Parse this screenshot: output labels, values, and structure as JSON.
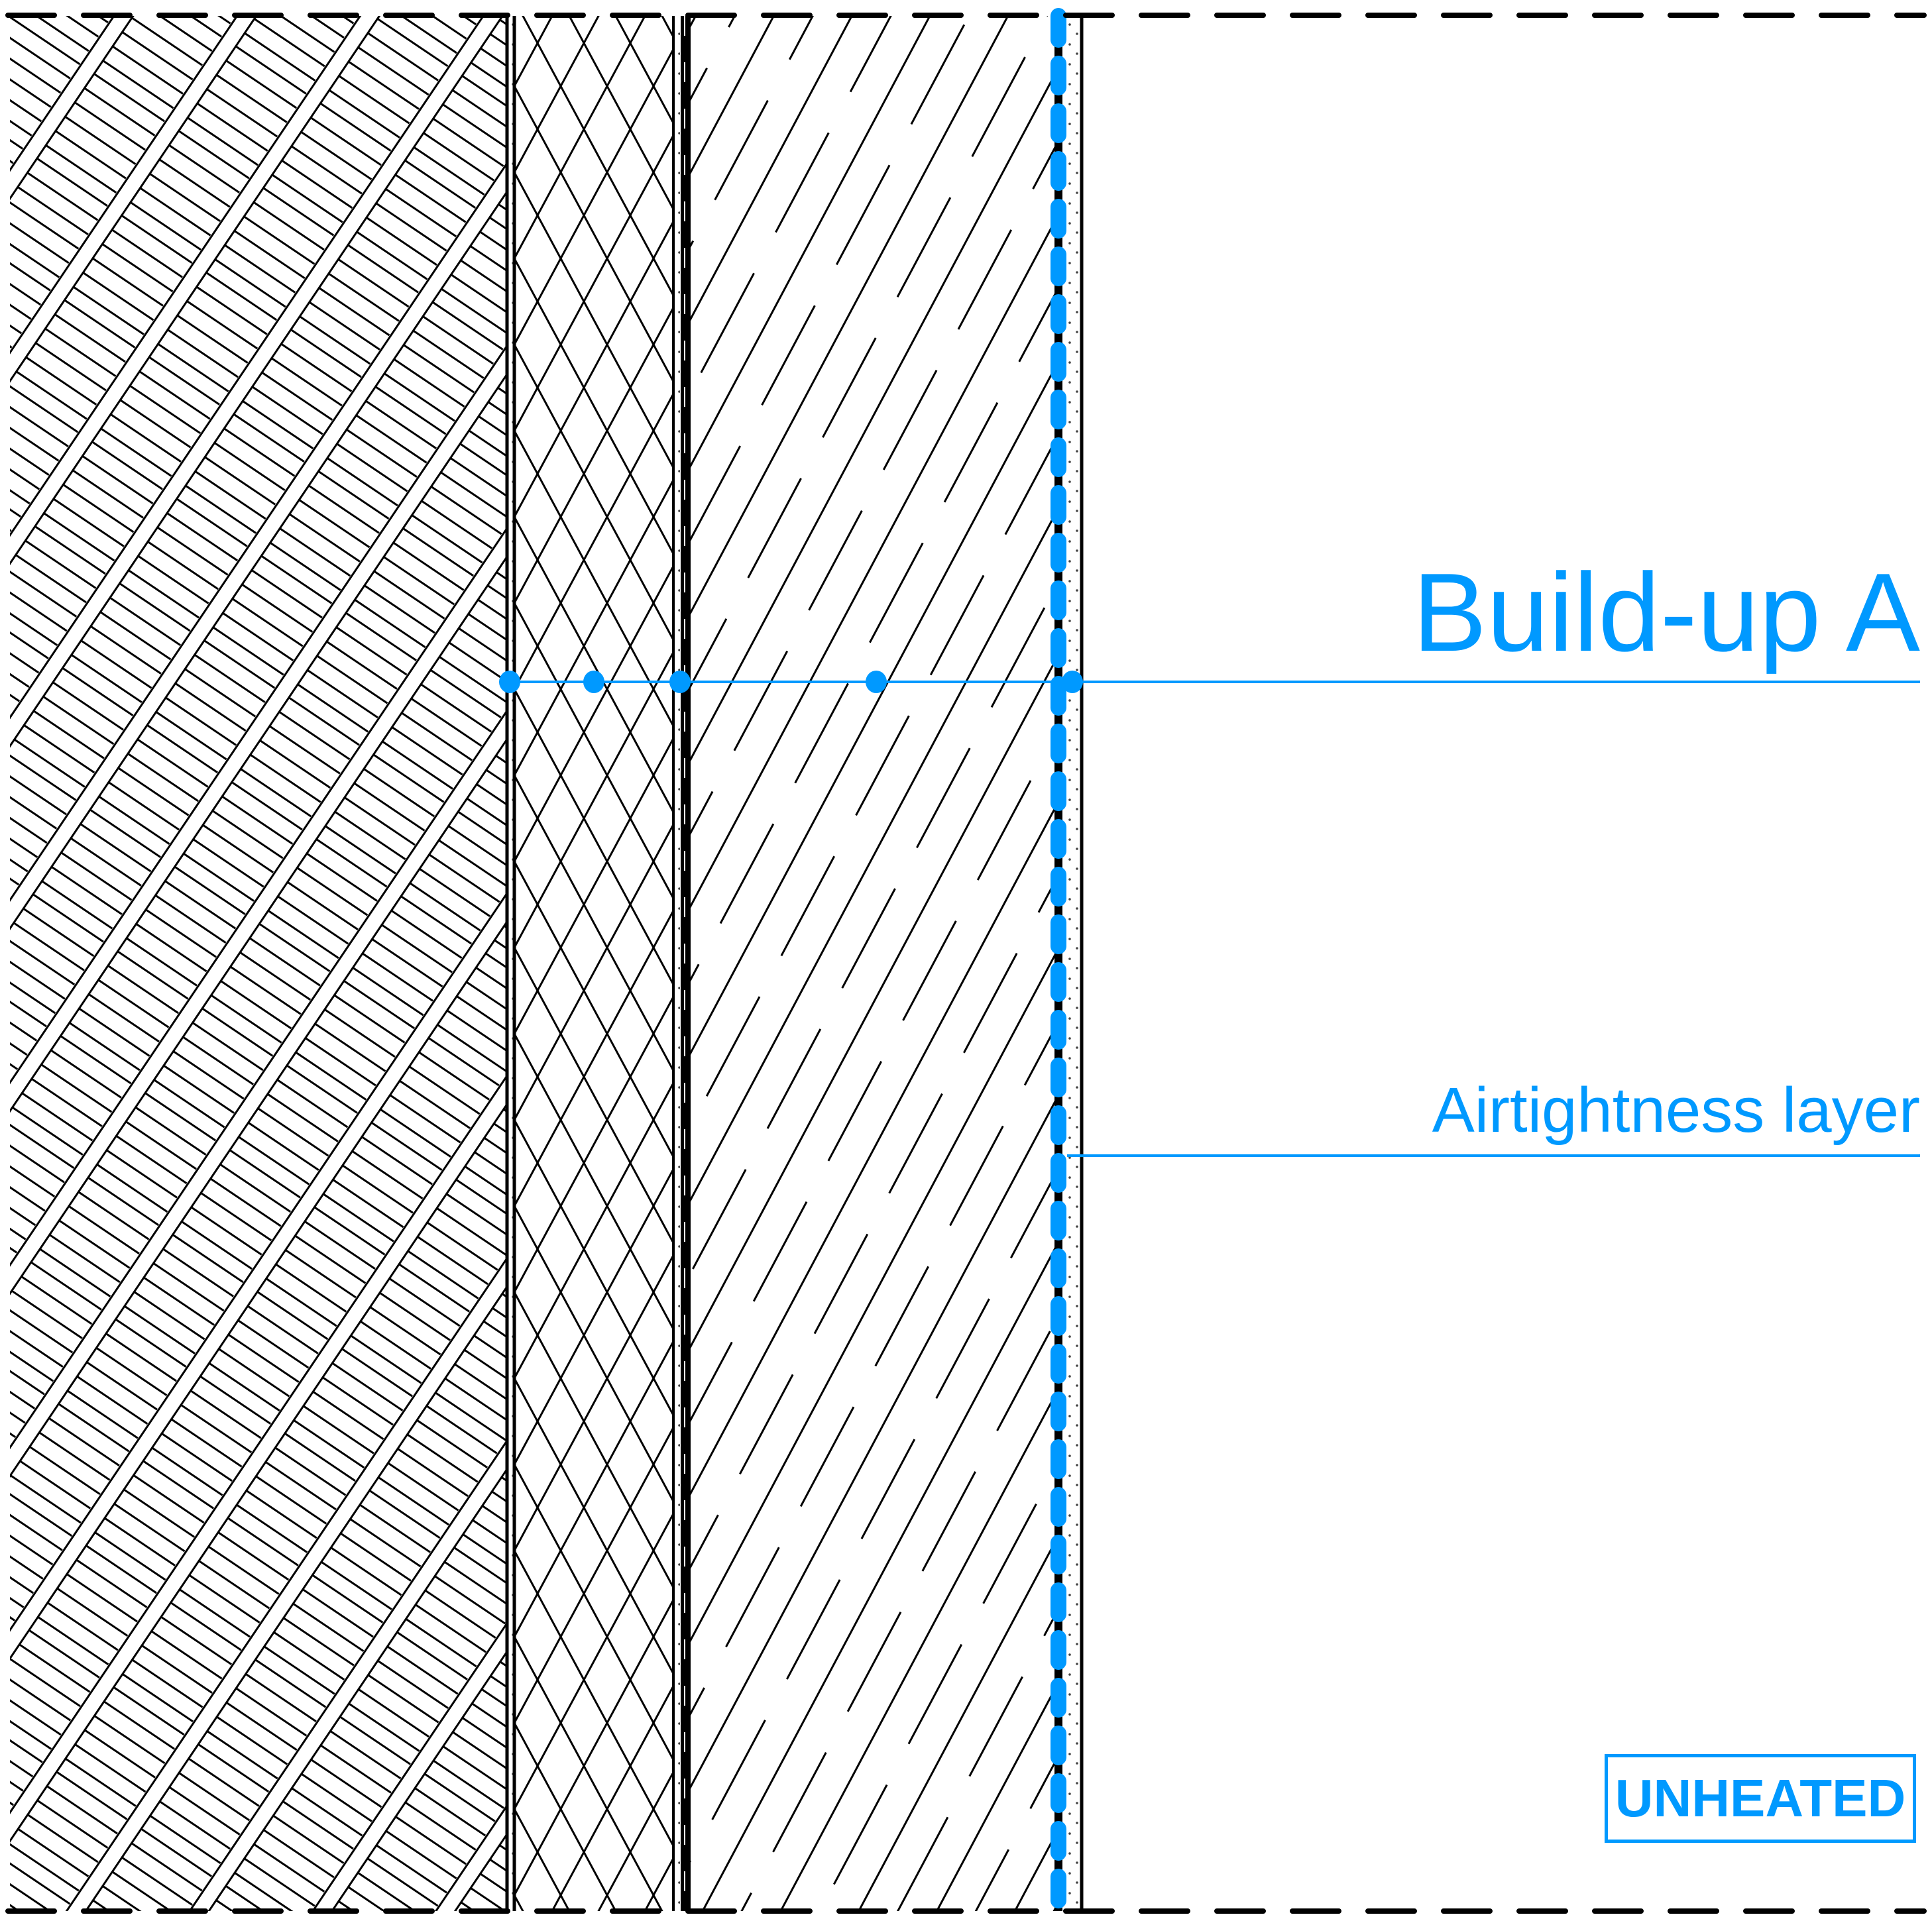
{
  "labels": {
    "buildup": "Build-up A",
    "airtightness": "Airtightness layer",
    "zone": "UNHEATED"
  },
  "colors": {
    "annotation": "#0099ff",
    "linework": "#000000"
  }
}
